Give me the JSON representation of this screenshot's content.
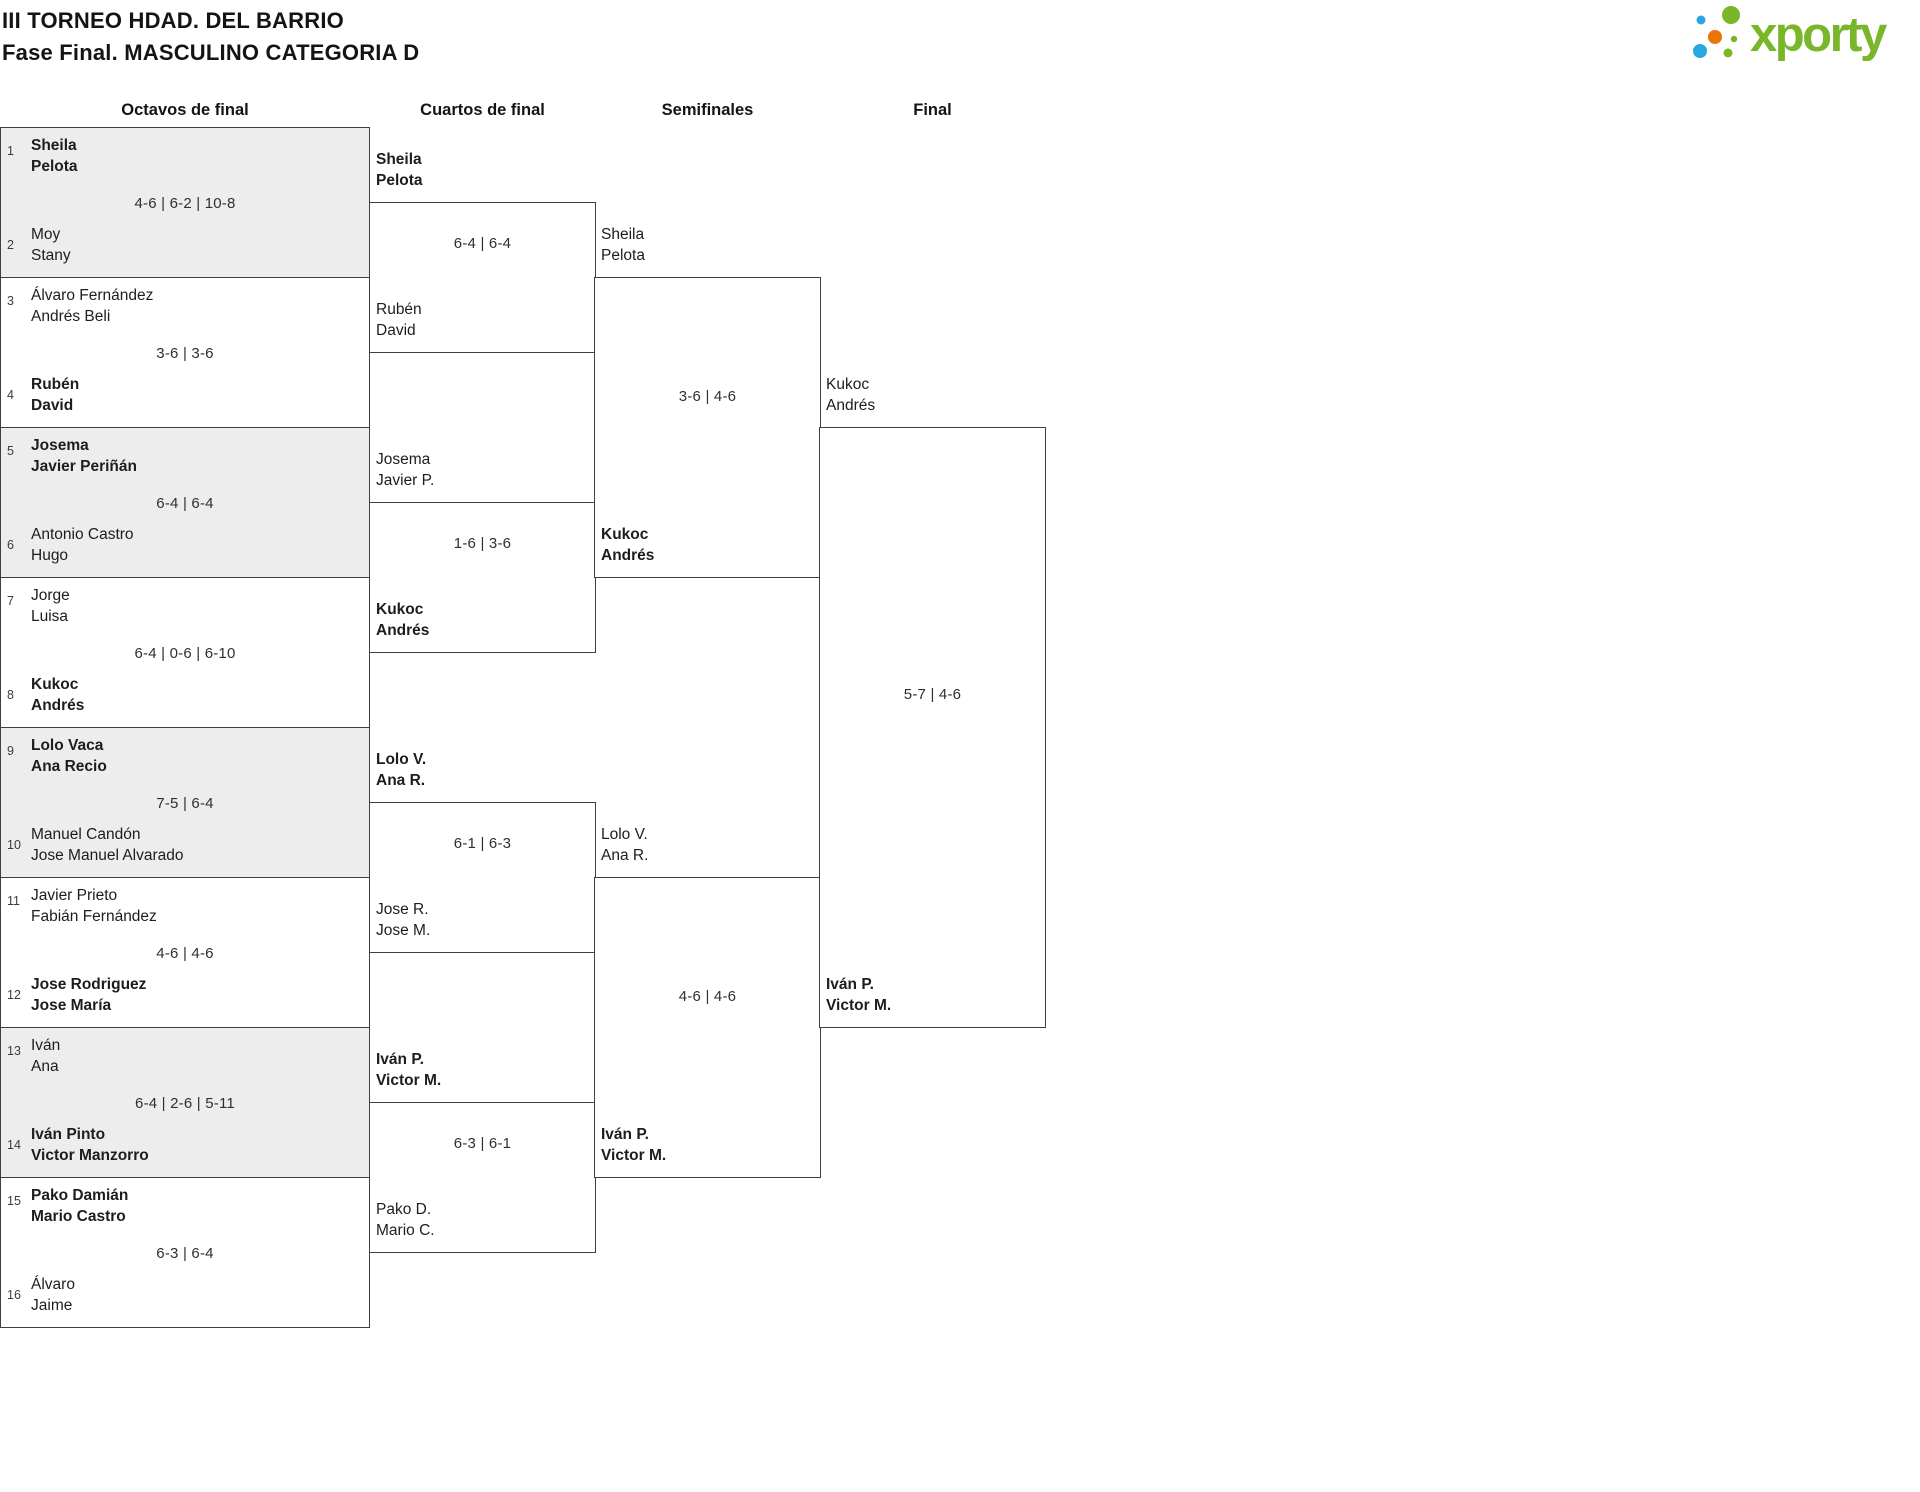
{
  "page": {
    "title_line1": "III TORNEO HDAD. DEL BARRIO",
    "title_line2": "Fase Final. MASCULINO CATEGORIA D"
  },
  "logo": {
    "brand": "xporty"
  },
  "columns": [
    "Octavos de final",
    "Cuartos de final",
    "Semifinales",
    "Final"
  ],
  "colors": {
    "logo_green": "#7ab629",
    "logo_blue": "#29a8e0",
    "logo_orange": "#ec7404",
    "bracket_line": "#3f3f3f",
    "row_alt_gray": "#ededed"
  },
  "bracket": {
    "rounds": [
      {
        "name": "Octavos de final",
        "matches": [
          {
            "seed_top": "1",
            "top1": "Sheila",
            "top2": "Pelota",
            "top_winner": true,
            "score": "4-6 | 6-2 | 10-8",
            "seed_bottom": "2",
            "bot1": "Moy",
            "bot2": "Stany",
            "bottom_winner": false
          },
          {
            "seed_top": "3",
            "top1": "Álvaro Fernández",
            "top2": "Andrés Beli",
            "top_winner": false,
            "score": "3-6 | 3-6",
            "seed_bottom": "4",
            "bot1": "Rubén",
            "bot2": "David",
            "bottom_winner": true
          },
          {
            "seed_top": "5",
            "top1": "Josema",
            "top2": "Javier Periñán",
            "top_winner": true,
            "score": "6-4 | 6-4",
            "seed_bottom": "6",
            "bot1": "Antonio Castro",
            "bot2": "Hugo",
            "bottom_winner": false
          },
          {
            "seed_top": "7",
            "top1": "Jorge",
            "top2": "Luisa",
            "top_winner": false,
            "score": "6-4 | 0-6 | 6-10",
            "seed_bottom": "8",
            "bot1": "Kukoc",
            "bot2": "Andrés",
            "bottom_winner": true
          },
          {
            "seed_top": "9",
            "top1": "Lolo Vaca",
            "top2": "Ana Recio",
            "top_winner": true,
            "score": "7-5 | 6-4",
            "seed_bottom": "10",
            "bot1": "Manuel Candón",
            "bot2": "Jose Manuel Alvarado",
            "bottom_winner": false
          },
          {
            "seed_top": "11",
            "top1": "Javier Prieto",
            "top2": "Fabián Fernández",
            "top_winner": false,
            "score": "4-6 | 4-6",
            "seed_bottom": "12",
            "bot1": "Jose Rodriguez",
            "bot2": "Jose María",
            "bottom_winner": true
          },
          {
            "seed_top": "13",
            "top1": "Iván",
            "top2": "Ana",
            "top_winner": false,
            "score": "6-4 | 2-6 | 5-11",
            "seed_bottom": "14",
            "bot1": "Iván Pinto",
            "bot2": "Victor Manzorro",
            "bottom_winner": true
          },
          {
            "seed_top": "15",
            "top1": "Pako Damián",
            "top2": "Mario Castro",
            "top_winner": true,
            "score": "6-3 | 6-4",
            "seed_bottom": "16",
            "bot1": "Álvaro",
            "bot2": "Jaime",
            "bottom_winner": false
          }
        ]
      },
      {
        "name": "Cuartos de final",
        "matches": [
          {
            "top1": "Sheila",
            "top2": "Pelota",
            "top_winner": true,
            "score": "6-4 | 6-4",
            "bot1": "Rubén",
            "bot2": "David",
            "bottom_winner": false
          },
          {
            "top1": "Josema",
            "top2": "Javier P.",
            "top_winner": false,
            "score": "1-6 | 3-6",
            "bot1": "Kukoc",
            "bot2": "Andrés",
            "bottom_winner": true
          },
          {
            "top1": "Lolo V.",
            "top2": "Ana R.",
            "top_winner": true,
            "score": "6-1 | 6-3",
            "bot1": "Jose R.",
            "bot2": "Jose M.",
            "bottom_winner": false
          },
          {
            "top1": "Iván P.",
            "top2": "Victor M.",
            "top_winner": true,
            "score": "6-3 | 6-1",
            "bot1": "Pako D.",
            "bot2": "Mario C.",
            "bottom_winner": false
          }
        ]
      },
      {
        "name": "Semifinales",
        "matches": [
          {
            "top1": "Sheila",
            "top2": "Pelota",
            "top_winner": false,
            "score": "3-6 | 4-6",
            "bot1": "Kukoc",
            "bot2": "Andrés",
            "bottom_winner": true
          },
          {
            "top1": "Lolo V.",
            "top2": "Ana R.",
            "top_winner": false,
            "score": "4-6 | 4-6",
            "bot1": "Iván P.",
            "bot2": "Victor M.",
            "bottom_winner": true
          }
        ]
      },
      {
        "name": "Final",
        "matches": [
          {
            "top1": "Kukoc",
            "top2": "Andrés",
            "top_winner": false,
            "score": "5-7 | 4-6",
            "bot1": "Iván P.",
            "bot2": "Victor M.",
            "bottom_winner": true
          }
        ]
      }
    ]
  }
}
